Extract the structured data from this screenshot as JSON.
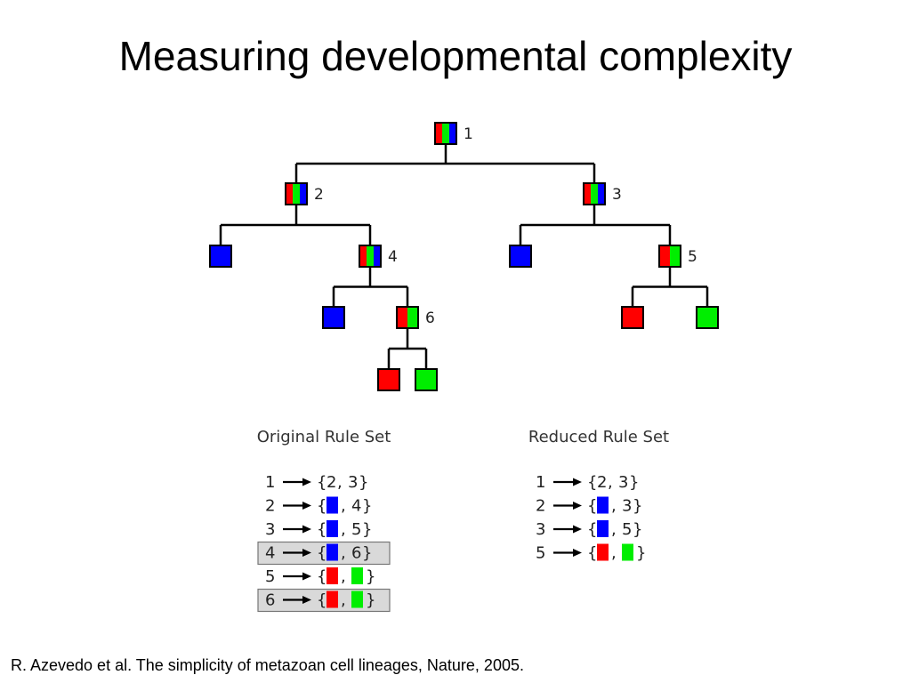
{
  "title": "Measuring developmental complexity",
  "colors": {
    "red": "#ff0000",
    "green": "#00ee00",
    "blue": "#0000ff",
    "line": "#000000",
    "highlight": "#d9d9d9"
  },
  "tree": {
    "nodes": [
      {
        "id": "n1",
        "label": "1",
        "colors": [
          "red",
          "green",
          "blue"
        ]
      },
      {
        "id": "n2",
        "label": "2",
        "colors": [
          "red",
          "green",
          "blue"
        ]
      },
      {
        "id": "n3",
        "label": "3",
        "colors": [
          "red",
          "green",
          "blue"
        ]
      },
      {
        "id": "n2a",
        "label": "",
        "colors": [
          "blue"
        ]
      },
      {
        "id": "n4",
        "label": "4",
        "colors": [
          "red",
          "green",
          "blue"
        ]
      },
      {
        "id": "n3a",
        "label": "",
        "colors": [
          "blue"
        ]
      },
      {
        "id": "n5",
        "label": "5",
        "colors": [
          "red",
          "green"
        ]
      },
      {
        "id": "n4a",
        "label": "",
        "colors": [
          "blue"
        ]
      },
      {
        "id": "n6",
        "label": "6",
        "colors": [
          "red",
          "green"
        ]
      },
      {
        "id": "n5a",
        "label": "",
        "colors": [
          "red"
        ]
      },
      {
        "id": "n5b",
        "label": "",
        "colors": [
          "green"
        ]
      },
      {
        "id": "n6a",
        "label": "",
        "colors": [
          "red"
        ]
      },
      {
        "id": "n6b",
        "label": "",
        "colors": [
          "green"
        ]
      }
    ],
    "edges": [
      {
        "parent": "n1",
        "children": [
          "n2",
          "n3"
        ]
      },
      {
        "parent": "n2",
        "children": [
          "n2a",
          "n4"
        ]
      },
      {
        "parent": "n3",
        "children": [
          "n3a",
          "n5"
        ]
      },
      {
        "parent": "n4",
        "children": [
          "n4a",
          "n6"
        ]
      },
      {
        "parent": "n5",
        "children": [
          "n5a",
          "n5b"
        ]
      },
      {
        "parent": "n6",
        "children": [
          "n6a",
          "n6b"
        ]
      }
    ]
  },
  "original_rule_set": {
    "heading": "Original Rule Set",
    "rules": [
      {
        "lhs": "1",
        "rhs": [
          {
            "text": "2"
          },
          {
            "text": "3"
          }
        ],
        "highlighted": false
      },
      {
        "lhs": "2",
        "rhs": [
          {
            "color": "blue"
          },
          {
            "text": "4"
          }
        ],
        "highlighted": false
      },
      {
        "lhs": "3",
        "rhs": [
          {
            "color": "blue"
          },
          {
            "text": "5"
          }
        ],
        "highlighted": false
      },
      {
        "lhs": "4",
        "rhs": [
          {
            "color": "blue"
          },
          {
            "text": "6"
          }
        ],
        "highlighted": true
      },
      {
        "lhs": "5",
        "rhs": [
          {
            "color": "red"
          },
          {
            "color": "green"
          }
        ],
        "highlighted": false
      },
      {
        "lhs": "6",
        "rhs": [
          {
            "color": "red"
          },
          {
            "color": "green"
          }
        ],
        "highlighted": true
      }
    ]
  },
  "reduced_rule_set": {
    "heading": "Reduced Rule Set",
    "rules": [
      {
        "lhs": "1",
        "rhs": [
          {
            "text": "2"
          },
          {
            "text": "3"
          }
        ],
        "highlighted": false
      },
      {
        "lhs": "2",
        "rhs": [
          {
            "color": "blue"
          },
          {
            "text": "3"
          }
        ],
        "highlighted": false
      },
      {
        "lhs": "3",
        "rhs": [
          {
            "color": "blue"
          },
          {
            "text": "5"
          }
        ],
        "highlighted": false
      },
      {
        "lhs": "5",
        "rhs": [
          {
            "color": "red"
          },
          {
            "color": "green"
          }
        ],
        "highlighted": false
      }
    ]
  },
  "citation": "R. Azevedo et al. The simplicity of metazoan cell lineages, Nature, 2005."
}
